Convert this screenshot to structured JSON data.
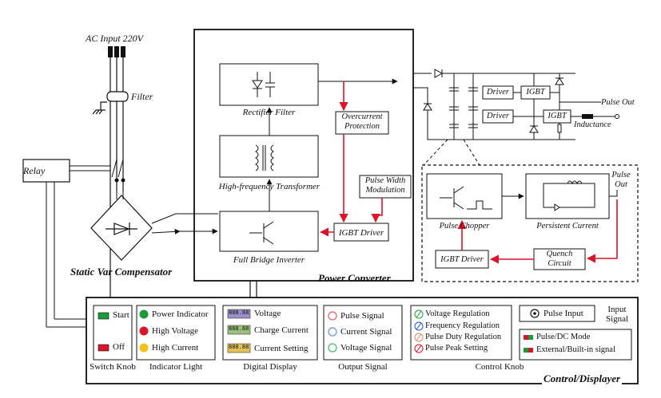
{
  "power": {
    "ac_input": "AC Input 220V",
    "filter": "Filter",
    "relay": "Relay",
    "svc": "Static Var Compensator",
    "power_converter": "Power Converter"
  },
  "converter": {
    "rectifier_filter": "Rectifier Filter",
    "hf_transformer": "High-frequency Transformer",
    "full_bridge_inverter": "Full Bridge Inverter",
    "overcurrent_protection": "Overcurrent Protection",
    "pwm": "Pulse Width Modulation",
    "igbt_driver": "IGBT Driver"
  },
  "output_stage": {
    "driver1": "Driver",
    "driver2": "Driver",
    "igbt1": "IGBT",
    "igbt2": "IGBT",
    "pulse_out": "Pulse Out",
    "inductance": "Inductance"
  },
  "detail": {
    "pulse_out": "Pulse Out",
    "pulse_chopper": "Pulse Chopper",
    "persistent_current": "Persistent Current",
    "quench_circuit": "Quench Circuit",
    "igbt_driver": "IGBT Driver"
  },
  "panel": {
    "title": "Control/Displayer",
    "switch": {
      "start": "Start",
      "off": "Off",
      "caption": "Switch Knob"
    },
    "indicator": {
      "items": [
        "Power Indicator",
        "High Voltage",
        "High Current"
      ],
      "colors": [
        "#1a9a3a",
        "#d9142b",
        "#f2c21b"
      ],
      "caption": "Indicator Light"
    },
    "display": {
      "readout": "888.88",
      "items": [
        "Voltage",
        "Charge Current",
        "Current Setting"
      ],
      "caption": "Digital Display"
    },
    "output": {
      "items": [
        "Pulse Signal",
        "Current Signal",
        "Voltage Signal"
      ],
      "colors": [
        "#e06060",
        "#6a8fcf",
        "#4caf70"
      ],
      "caption": "Output Signal"
    },
    "knob": {
      "items": [
        "Voltage Regulation",
        "Frequency Regulation",
        "Pulse Duty Regulation",
        "Pulse Peak Setting"
      ],
      "colors": [
        "#2a9a3a",
        "#2255cc",
        "#e08a6a",
        "#d9142b"
      ],
      "caption": "Control Knob"
    },
    "pulse_input": {
      "label": "Pulse Input",
      "caption": "Input Signal"
    },
    "mode": {
      "items": [
        "Pulse/DC Mode",
        "External/Built-in signal"
      ]
    }
  }
}
